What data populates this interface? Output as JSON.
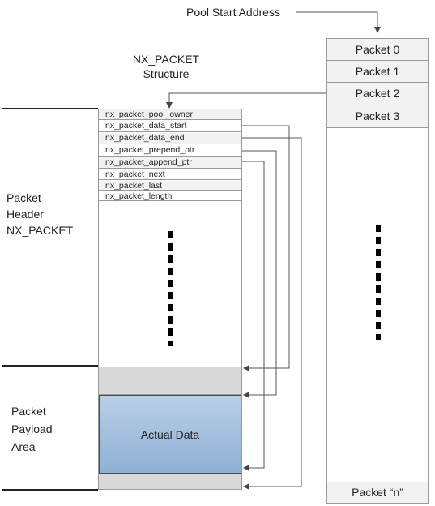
{
  "pool_label": "Pool Start Address",
  "structure_label": [
    "NX_PACKET",
    "Structure"
  ],
  "header_label": [
    "Packet",
    "Header",
    "NX_PACKET"
  ],
  "payload_label": [
    "Packet",
    "Payload",
    "Area"
  ],
  "fields": [
    "nx_packet_pool_owner",
    "nx_packet_data_start",
    "nx_packet_data_end",
    "nx_packet_prepend_ptr",
    "nx_packet_append_ptr",
    "nx_packet_next",
    "nx_packet_last",
    "nx_packet_length"
  ],
  "actual_data_label": "Actual Data",
  "packets": [
    "Packet 0",
    "Packet 1",
    "Packet 2",
    "Packet 3"
  ],
  "last_packet": "Packet “n”",
  "colors": {
    "data_fill_top": "#b9cfe6",
    "data_fill_bottom": "#8fb0d6",
    "gray_fill": "#d9d9d9",
    "stripe": "#f2f2f2",
    "line": "#555555"
  }
}
